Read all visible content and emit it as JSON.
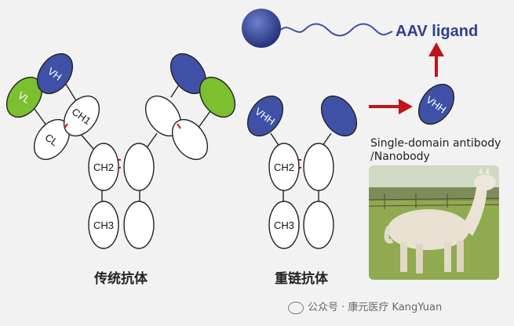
{
  "labels": {
    "conventional_antibody": "传统抗体",
    "heavy_chain_antibody": "重链抗体",
    "aav_ligand": "AAV ligand",
    "single_domain_line1": "Single-domain antibody",
    "single_domain_line2": "/Nanobody"
  },
  "domains": {
    "vl": "VL",
    "vh": "VH",
    "cl": "CL",
    "ch1": "CH1",
    "ch2": "CH2",
    "ch3": "CH3",
    "vhh": "VHH"
  },
  "watermark": "公众号 · 康元医疗 KangYuan",
  "colors": {
    "heavy_variable": "#3f51a6",
    "light_variable": "#7cbf2f",
    "arrow": "#c0141c",
    "aav_text": "#2f3f8f",
    "disulfide": "#c0141c"
  },
  "icons": {
    "photo": "llama-photo",
    "watermark": "wechat-icon"
  }
}
